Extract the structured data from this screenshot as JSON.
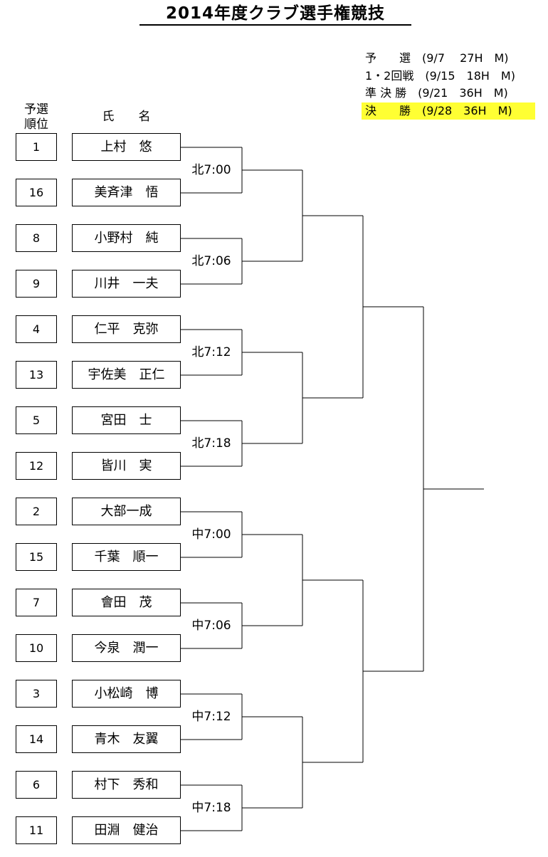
{
  "title": "2014年度クラブ選手権競技",
  "schedule": [
    {
      "text": "予　　選　(9/7　 27H　M)",
      "highlight": false
    },
    {
      "text": "1・2回戦　(9/15　18H　M)",
      "highlight": false
    },
    {
      "text": "準 決 勝　(9/21　36H　M)",
      "highlight": false
    },
    {
      "text": "決　　勝　(9/28　36H　M)",
      "highlight": true
    }
  ],
  "headers": {
    "seed_line1": "予選",
    "seed_line2": "順位",
    "name": "氏　　名"
  },
  "players": [
    {
      "seed": "1",
      "name": "上村　悠"
    },
    {
      "seed": "16",
      "name": "美斉津　悟"
    },
    {
      "seed": "8",
      "name": "小野村　純"
    },
    {
      "seed": "9",
      "name": "川井　一夫"
    },
    {
      "seed": "4",
      "name": "仁平　克弥"
    },
    {
      "seed": "13",
      "name": "宇佐美　正仁"
    },
    {
      "seed": "5",
      "name": "宮田　士"
    },
    {
      "seed": "12",
      "name": "皆川　実"
    },
    {
      "seed": "2",
      "name": "大部一成"
    },
    {
      "seed": "15",
      "name": "千葉　順一"
    },
    {
      "seed": "7",
      "name": "會田　茂"
    },
    {
      "seed": "10",
      "name": "今泉　潤一"
    },
    {
      "seed": "3",
      "name": "小松崎　博"
    },
    {
      "seed": "14",
      "name": "青木　友翼"
    },
    {
      "seed": "6",
      "name": "村下　秀和"
    },
    {
      "seed": "11",
      "name": "田淵　健治"
    }
  ],
  "tee_times": [
    "北7:00",
    "北7:06",
    "北7:12",
    "北7:18",
    "中7:00",
    "中7:06",
    "中7:12",
    "中7:18"
  ]
}
